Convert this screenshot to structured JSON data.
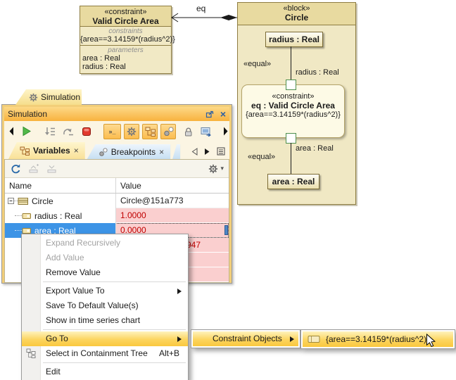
{
  "colors": {
    "accent_orange": "#F8B23E",
    "menu_highlight": "#FBD45E",
    "selection_blue": "#3D94E6",
    "error_pink": "#FACFCF",
    "error_red": "#C00000",
    "block_header": "#E8DAA0",
    "block_body": "#F0E8C4",
    "block_border": "#8E7D42",
    "port_green": "#4D8F4D"
  },
  "diagram": {
    "constraint_block": {
      "stereotype": "«constraint»",
      "name": "Valid Circle Area",
      "constraints_label": "constraints",
      "expr": "{area==3.14159*(radius^2)}",
      "parameters_label": "parameters",
      "param_area": "area : Real",
      "param_radius": "radius : Real"
    },
    "association_label": "eq",
    "block": {
      "stereotype": "«block»",
      "name": "Circle",
      "radius_part": "radius : Real",
      "area_part": "area : Real",
      "equal_top": "«equal»",
      "equal_bottom": "«equal»",
      "radius_pin": "radius : Real",
      "area_pin": "area : Real",
      "constraint_stereotype": "«constraint»",
      "constraint_name": "eq : Valid Circle Area",
      "constraint_expr": "{area==3.14159*(radius^2)}"
    }
  },
  "window": {
    "dock_tab": "Simulation",
    "title": "Simulation",
    "tabs": [
      {
        "label": "Variables"
      },
      {
        "label": "Breakpoints"
      }
    ],
    "table": {
      "columns": [
        "Name",
        "Value"
      ],
      "rows": [
        {
          "name": "Circle",
          "value": "Circle@151a773"
        },
        {
          "name": "radius : Real",
          "value": "1.0000"
        },
        {
          "name": "area : Real",
          "value": "0.0000"
        },
        {
          "name": "",
          "value": "947"
        }
      ]
    }
  },
  "icons": {
    "close_glyph": "×",
    "caret_glyph": "▾",
    "console_glyph": "»_"
  },
  "menu": {
    "items": [
      {
        "label": "Expand Recursively"
      },
      {
        "label": "Add Value"
      },
      {
        "label": "Remove Value"
      },
      {
        "label": "Export Value To"
      },
      {
        "label": "Save To Default Value(s)"
      },
      {
        "label": "Show in time series chart"
      },
      {
        "label": "Go To"
      },
      {
        "label": "Select in Containment Tree",
        "shortcut": "Alt+B"
      },
      {
        "label": "Edit"
      }
    ]
  },
  "submenu_constraint_objects": {
    "label": "Constraint Objects"
  },
  "submenu_constraint_instance": {
    "label": "{area==3.14159*(radius^2)}"
  }
}
